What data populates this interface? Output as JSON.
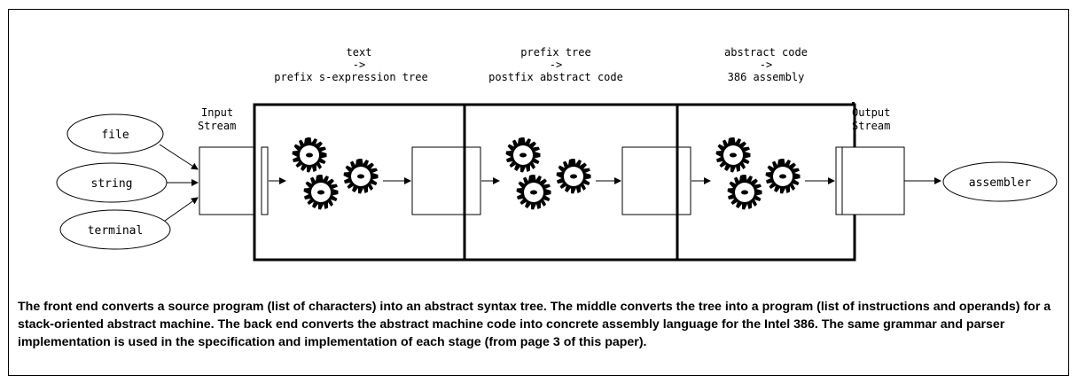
{
  "stages": [
    {
      "line1": "text",
      "arrow": "->",
      "line2": "prefix s-expression tree"
    },
    {
      "line1": "prefix tree",
      "arrow": "->",
      "line2": "postfix abstract code"
    },
    {
      "line1": "abstract code",
      "arrow": "->",
      "line2": "386 assembly"
    }
  ],
  "inputs": [
    "file",
    "string",
    "terminal"
  ],
  "input_stream": {
    "line1": "Input",
    "line2": "Stream"
  },
  "output_stream": {
    "line1": "Output",
    "line2": "Stream"
  },
  "output": "assembler",
  "caption": "The front end converts a source program (list of characters) into an abstract syntax tree. The middle converts the tree into a program (list of instructions and operands) for a stack-oriented abstract machine. The back end converts the abstract machine code into concrete assembly language for the Intel 386. The same grammar and parser implementation is used in the specification and implementation of each stage (from page 3 of this paper)."
}
